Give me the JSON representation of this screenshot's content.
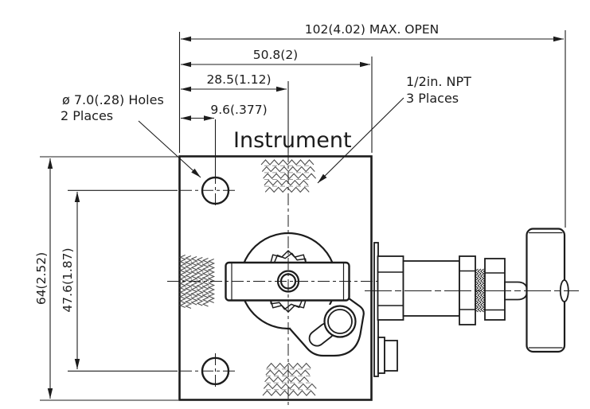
{
  "drawing": {
    "product_label": "Instrument",
    "dimensions": {
      "max_open": "102(4.02) MAX. OPEN",
      "overall_width": "50.8(2)",
      "valve_center_offset": "28.5(1.12)",
      "hole_offset": "9.6(.377)",
      "overall_height": "64(2.52)",
      "hole_spacing": "47.6(1.87)"
    },
    "callouts": {
      "holes_line1": "ø 7.0(.28) Holes",
      "holes_line2": "2 Places",
      "npt_line1": "1/2in. NPT",
      "npt_line2": "3 Places"
    },
    "colors": {
      "line": "#1c1c1c",
      "thread": "#4f4f4f",
      "thread_light": "#9a9a9a",
      "background": "#ffffff"
    }
  }
}
